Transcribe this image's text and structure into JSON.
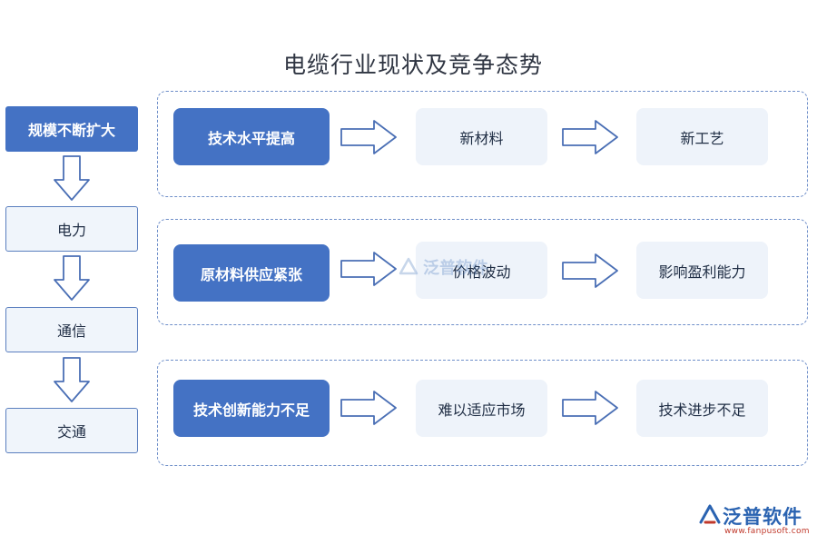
{
  "title": "电缆行业现状及竞争态势",
  "left_column": [
    {
      "label": "规模不断扩大",
      "style": "primary"
    },
    {
      "label": "电力",
      "style": "secondary"
    },
    {
      "label": "通信",
      "style": "secondary"
    },
    {
      "label": "交通",
      "style": "secondary"
    }
  ],
  "groups": [
    {
      "cause": "技术水平提高",
      "effect": "新材料",
      "result": "新工艺"
    },
    {
      "cause": "原材料供应紧张",
      "effect": "价格波动",
      "result": "影响盈利能力"
    },
    {
      "cause": "技术创新能力不足",
      "effect": "难以适应市场",
      "result": "技术进步不足"
    }
  ],
  "watermark": {
    "text": "泛普软件"
  },
  "logo": {
    "name": "泛普软件",
    "url": "www.fanpusoft.com"
  },
  "colors": {
    "primary": "#4472c4",
    "light_box": "#eef3fa",
    "dashed_border": "#6f8fc9",
    "arrow_stroke": "#4a6fb5",
    "logo_blue": "#2a63b1",
    "logo_red": "#c0392b"
  }
}
